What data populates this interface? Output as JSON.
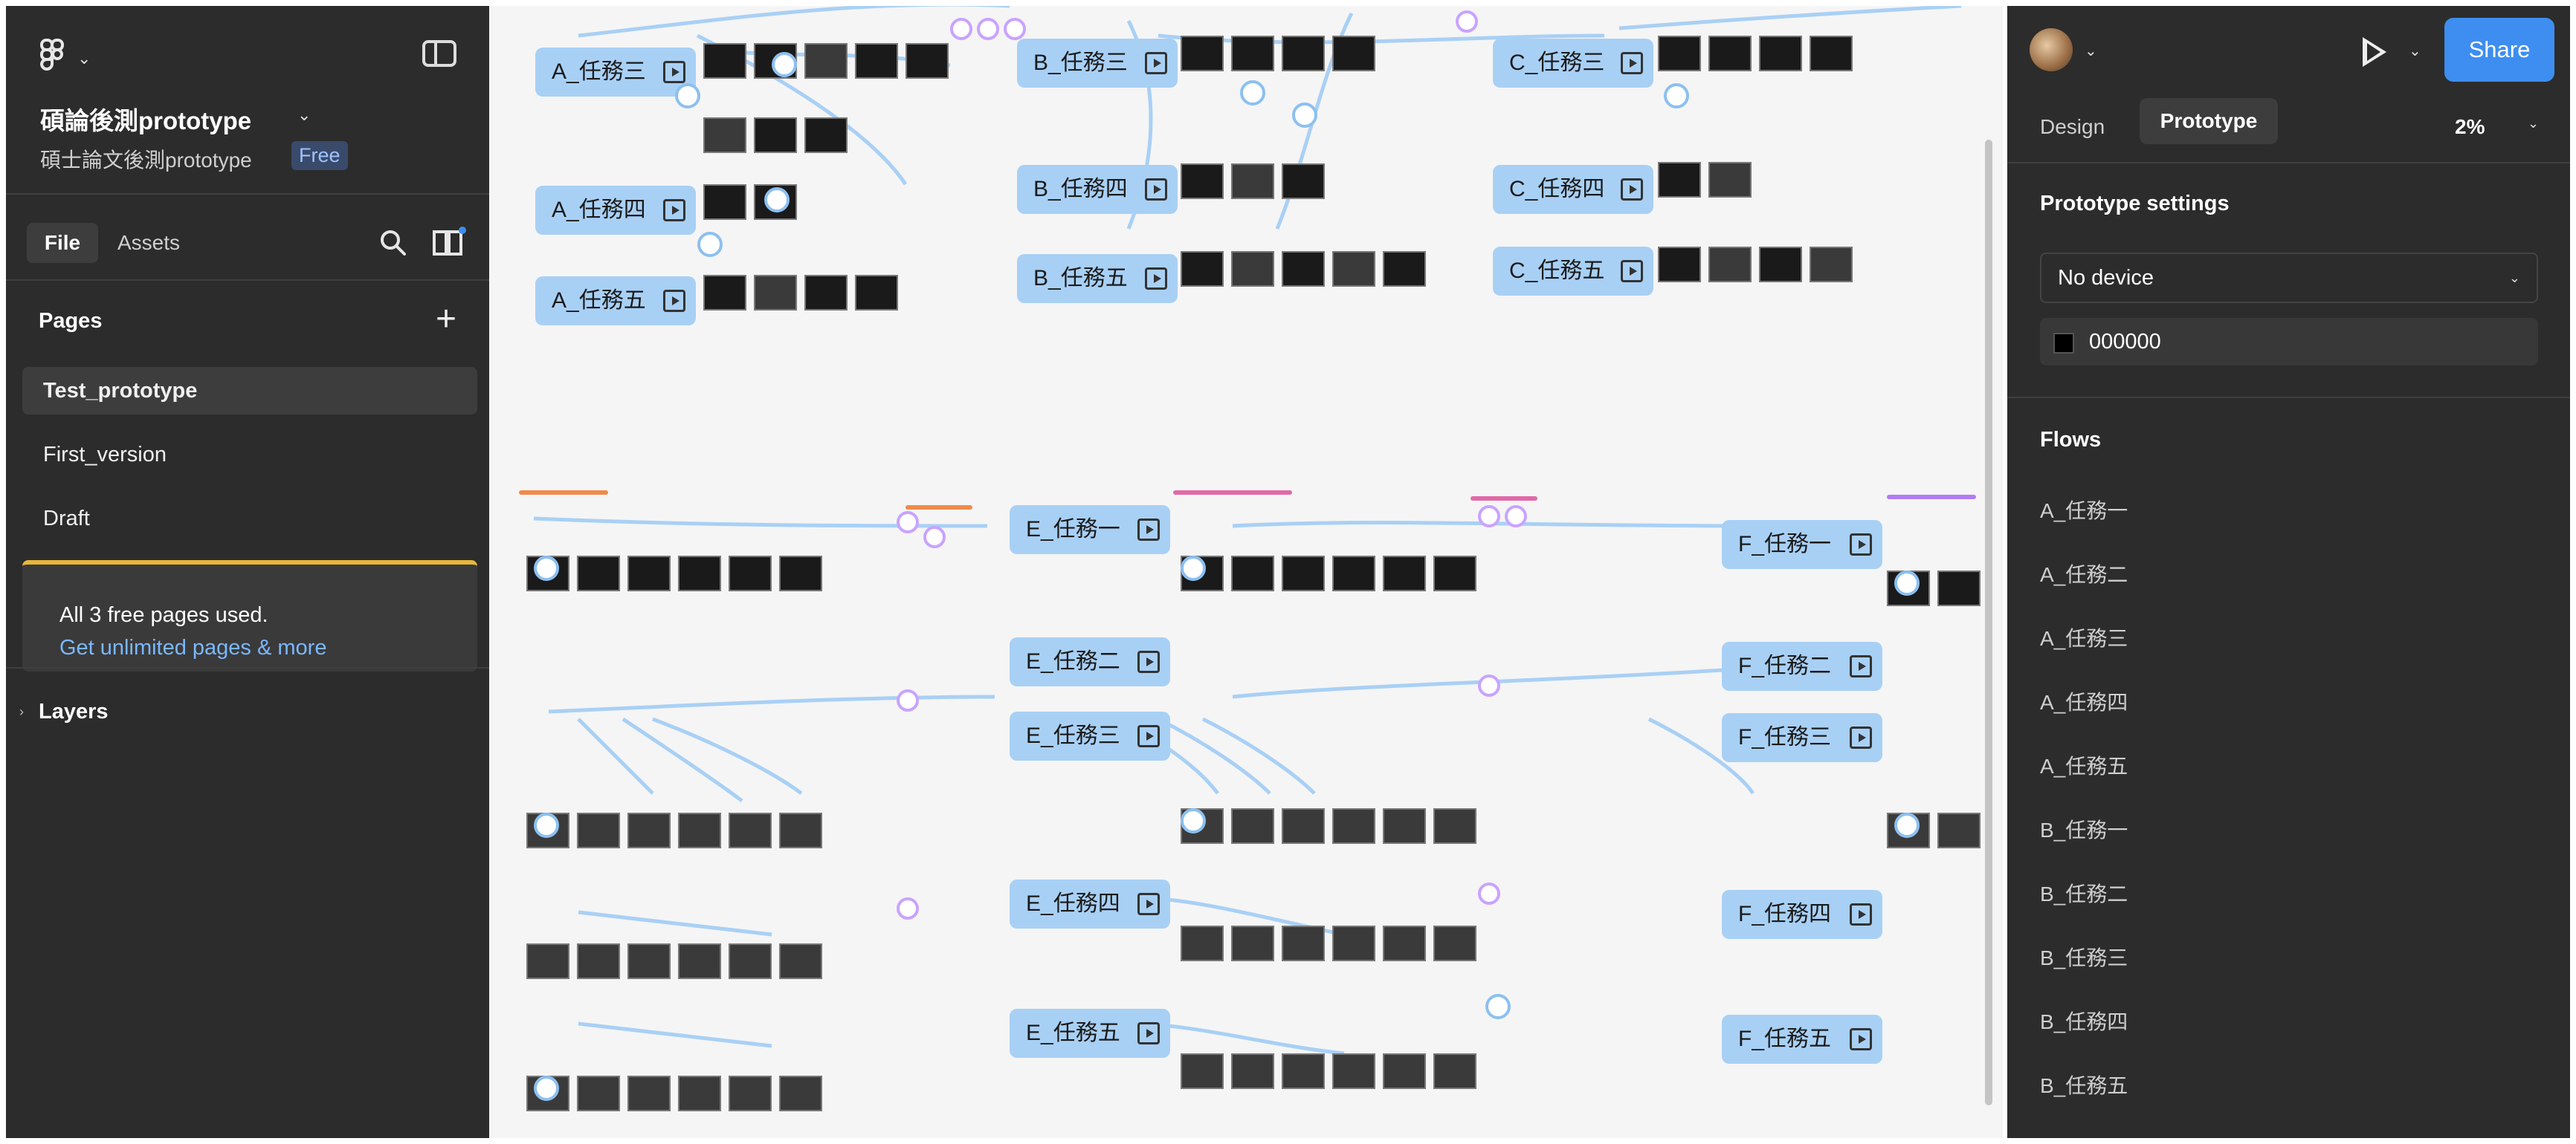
{
  "file": {
    "title": "碩論後測prototype",
    "subtitle": "碩士論文後測prototype",
    "badge": "Free"
  },
  "left_tabs": {
    "file": "File",
    "assets": "Assets"
  },
  "pages": {
    "heading": "Pages",
    "items": [
      "Test_prototype",
      "First_version",
      "Draft"
    ]
  },
  "notice": {
    "text": "All 3 free pages used.",
    "link": "Get unlimited pages & more"
  },
  "layers": "Layers",
  "canvas": {
    "frames": [
      "A_任務三",
      "A_任務四",
      "A_任務五",
      "B_任務三",
      "B_任務四",
      "B_任務五",
      "C_任務三",
      "C_任務四",
      "C_任務五",
      "E_任務一",
      "E_任務二",
      "E_任務三",
      "E_任務四",
      "E_任務五",
      "F_任務一",
      "F_任務二",
      "F_任務三",
      "F_任務四",
      "F_任務五"
    ]
  },
  "right": {
    "share": "Share",
    "tabs": {
      "design": "Design",
      "prototype": "Prototype"
    },
    "zoom": "2%",
    "settings_heading": "Prototype settings",
    "device": "No device",
    "background_color": "000000",
    "flows_heading": "Flows",
    "flows": [
      "A_任務一",
      "A_任務二",
      "A_任務三",
      "A_任務四",
      "A_任務五",
      "B_任務一",
      "B_任務二",
      "B_任務三",
      "B_任務四",
      "B_任務五"
    ]
  },
  "colors": {
    "accent": "#3d8ef0",
    "panel": "#2c2c2c",
    "frame_label": "#a8d0f5",
    "notice_border": "#e8b73a"
  }
}
